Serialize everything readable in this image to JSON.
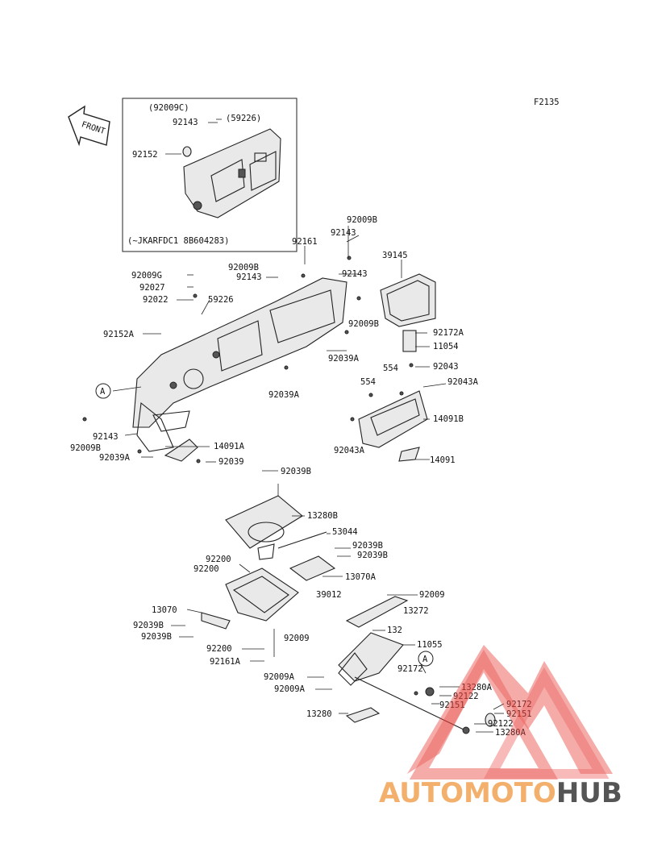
{
  "figure_code": "F2135",
  "front_label": "FRONT",
  "inset_note": "(~JKARFDC1 8B604283)",
  "callout_letter": "A",
  "inset_labels": [
    "(92009C)",
    "92143",
    "(59226)",
    "92152"
  ],
  "labels": {
    "l92009B_a": "92009B",
    "l92143_a": "92143",
    "l92161": "92161",
    "l39145": "39145",
    "l92009G": "92009G",
    "l92009B_b": "92009B",
    "l92143_b": "92143",
    "l92143_c": "92143",
    "l92027": "92027",
    "l92022": "92022",
    "l59226": "59226",
    "l92009B_c": "92009B",
    "l92152A": "92152A",
    "l92172A": "92172A",
    "l11054": "11054",
    "l554_a": "554",
    "l92043": "92043",
    "l92039A_a": "92039A",
    "l554_b": "554",
    "l92043A_a": "92043A",
    "l92039A_b": "92039A",
    "l14091B": "14091B",
    "l92143_d": "92143",
    "l92009B_d": "92009B",
    "l92043A_b": "92043A",
    "l14091A": "14091A",
    "l92039A_c": "92039A",
    "l92039": "92039",
    "l14091": "14091",
    "l92039B_a": "92039B",
    "l13280B": "13280B",
    "l53044": "53044",
    "l92039B_b": "92039B",
    "l92039B_c": "92039B",
    "l92200_a": "92200",
    "l92200_b": "92200",
    "l13070A": "13070A",
    "l39012": "39012",
    "l92009_a": "92009",
    "l13272": "13272",
    "l13070": "13070",
    "l92039B_d": "92039B",
    "l92039B_e": "92039B",
    "l92009_b": "92009",
    "l132": "132",
    "l11055": "11055",
    "l92200_c": "92200",
    "l92161A": "92161A",
    "l92172_a": "92172",
    "l92009A_a": "92009A",
    "l92009A_b": "92009A",
    "l13280A_a": "13280A",
    "l92122_a": "92122",
    "l92151_a": "92151",
    "l92172_b": "92172",
    "l92151_b": "92151",
    "l92122_b": "92122",
    "l13280A_b": "13280A",
    "l13280": "13280"
  },
  "watermark": {
    "part1": "AUTOMOTO",
    "part2": "HUB",
    "color1": "#f3b06d",
    "color2": "#555555",
    "triangle_color": "#e8413d"
  }
}
